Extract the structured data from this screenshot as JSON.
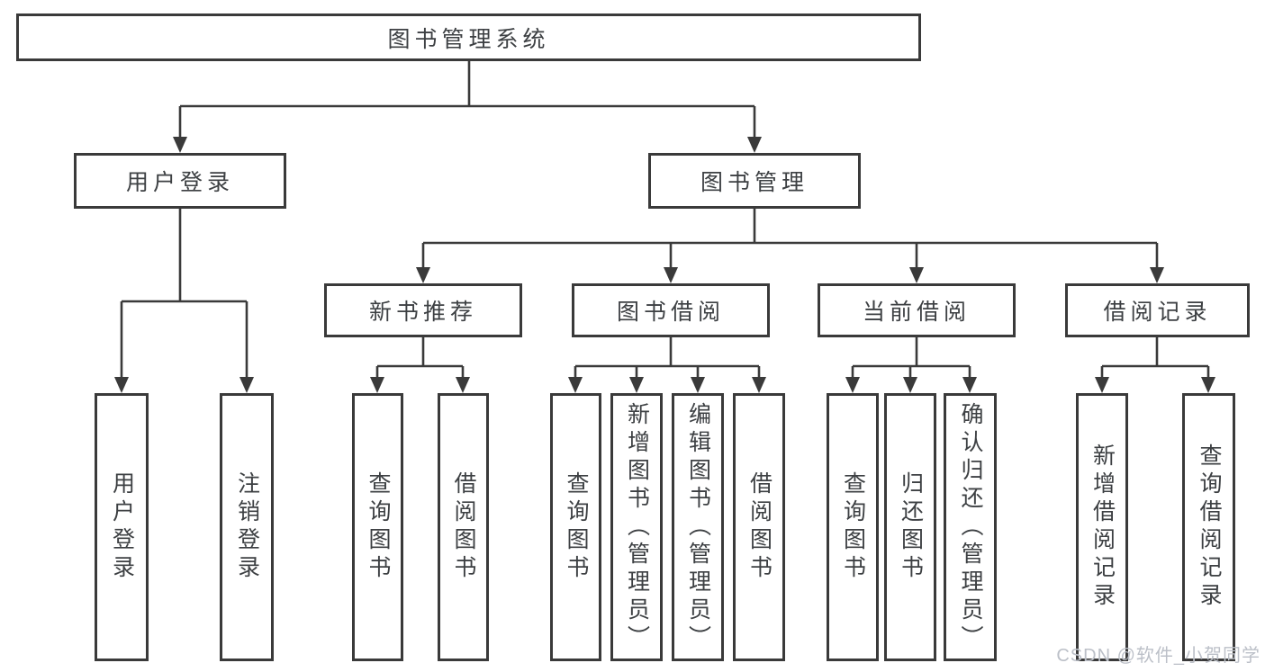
{
  "diagram": {
    "root": "图书管理系统",
    "level2": [
      "用户登录",
      "图书管理"
    ],
    "level3": [
      "新书推荐",
      "图书借阅",
      "当前借阅",
      "借阅记录"
    ],
    "leaves": {
      "user_login": [
        "用户登录",
        "注销登录"
      ],
      "new_books": [
        "查询图书",
        "借阅图书"
      ],
      "book_borrow": [
        "查询图书",
        "新增图书（管理员）",
        "编辑图书（管理员）",
        "借阅图书"
      ],
      "current_borrow": [
        "查询图书",
        "归还图书",
        "确认归还（管理员）"
      ],
      "borrow_records": [
        "新增借阅记录",
        "查询借阅记录"
      ]
    }
  },
  "colors": {
    "line": "#3a3a3a",
    "text": "#3d4043",
    "watermark": "#bcc0c8"
  },
  "watermark": "CSDN @软件_小贺同学"
}
